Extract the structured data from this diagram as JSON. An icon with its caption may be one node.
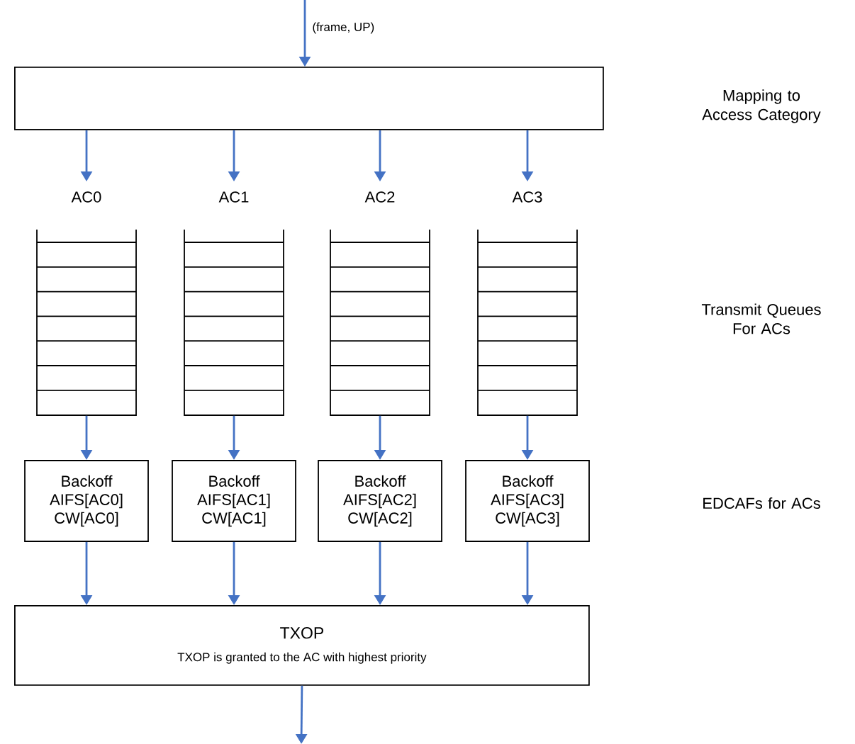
{
  "diagram": {
    "nodes": [
      {
        "text": [],
        "shape": "box"
      },
      {
        "text": [
          "AC0"
        ]
      },
      {
        "text": [
          "AC1"
        ]
      },
      {
        "text": [
          "AC2"
        ]
      },
      {
        "text": [
          "AC3"
        ]
      },
      {
        "text": [
          "Backoff",
          "AIFS[AC0]",
          "CW[AC0]"
        ]
      },
      {
        "text": [
          "Backoff",
          "AIFS[AC1]",
          "CW[AC1]"
        ]
      },
      {
        "text": [
          "Backoff",
          "AIFS[AC2]",
          "CW[AC2]"
        ]
      },
      {
        "text": [
          "Backoff",
          "AIFS[AC3]",
          "CW[AC3]"
        ]
      },
      {
        "text": [
          "TXOP",
          "TXOP is granted to the AC with highest priority"
        ]
      }
    ],
    "edges": [
      {
        "from": null,
        "to": 0,
        "arrow": "to",
        "label": "(frame, UP)"
      },
      {
        "from": 0,
        "to": 1,
        "arrow": "to"
      },
      {
        "from": 0,
        "to": 2,
        "arrow": "to"
      },
      {
        "from": 0,
        "to": 3,
        "arrow": "to"
      },
      {
        "from": 0,
        "to": 4,
        "arrow": "to"
      },
      {
        "from": 1,
        "to": 5,
        "arrow": "to"
      },
      {
        "from": 2,
        "to": 6,
        "arrow": "to"
      },
      {
        "from": 3,
        "to": 7,
        "arrow": "to"
      },
      {
        "from": 4,
        "to": 8,
        "arrow": "to"
      },
      {
        "from": 5,
        "to": 9,
        "arrow": "to"
      },
      {
        "from": 6,
        "to": 9,
        "arrow": "to"
      },
      {
        "from": 7,
        "to": 9,
        "arrow": "to"
      },
      {
        "from": 8,
        "to": 9,
        "arrow": "to"
      },
      {
        "from": 9,
        "to": null,
        "arrow": "to"
      }
    ],
    "labels": [
      "Mapping to Access Category",
      "Transmit Queues For ACs",
      "EDCAFs for ACs"
    ]
  }
}
